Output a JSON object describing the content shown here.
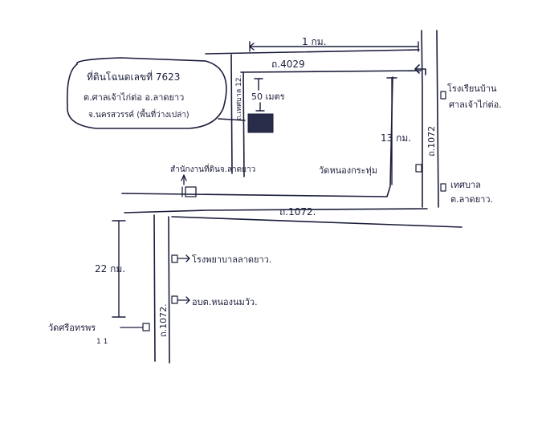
{
  "plot": {
    "title_line1": "ที่ดินโฉนดเลขที่ 7623",
    "title_line2": "ต.ศาลเจ้าไก่ต่อ อ.ลาดยาว",
    "title_line3": "จ.นครสวรรค์ (พื้นที่ว่างเปล่า)",
    "distance_label": "50 เมตร"
  },
  "roads": {
    "r4029": "ถ.4029",
    "r1072_h": "ถ.1072.",
    "r1072_right": "ถ.1072",
    "r1072_left": "ถ.1072.",
    "soi12": "ถ.เทศบาล 12."
  },
  "distances": {
    "top": "1 กม.",
    "right": "13 กม.",
    "left": "22 กม."
  },
  "landmarks": {
    "school": "โรงเรียนบ้าน",
    "school2": "ศาลเจ้าไก่ต่อ.",
    "municipal": "เทศบาล",
    "municipal2": "ต.ลาดยาว.",
    "temple_right": "วัดหนองกระทุ่ม",
    "land_office": "สำนักงานที่ดินจ.ลาดยาว",
    "hospital": "โรงพยาบาลลาดยาว.",
    "sao": "อบต.หนองนมวัว.",
    "temple_left": "วัดศรีอทรพร",
    "temple_left2": "1 1"
  }
}
